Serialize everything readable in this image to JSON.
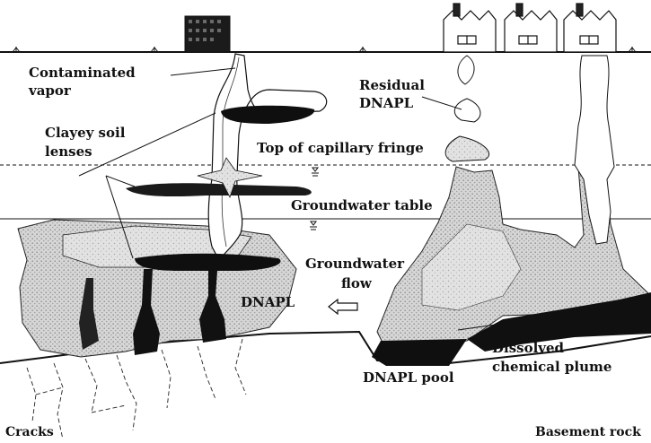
{
  "labels": {
    "contaminated_vapor_1": "Contaminated",
    "contaminated_vapor_2": "vapor",
    "clayey_1": "Clayey soil",
    "clayey_2": "lenses",
    "residual_1": "Residual",
    "residual_2": "DNAPL",
    "capillary": "Top of capillary fringe",
    "gw_table": "Groundwater table",
    "gw_flow_1": "Groundwater",
    "gw_flow_2": "flow",
    "dnapl": "DNAPL",
    "dnapl_pool": "DNAPL pool",
    "dissolved_1": "Dissolved",
    "dissolved_2": "chemical plume",
    "cracks": "Cracks",
    "basement": "Basement rock"
  },
  "colors": {
    "ink": "#111111",
    "dnapl": "#0f0f0f",
    "plume_fill": "#d4d4d4",
    "plume_dots": "#8a8a8a",
    "vapor_fill": "#ffffff"
  },
  "icons": [
    "building-icon",
    "factory-icon"
  ]
}
